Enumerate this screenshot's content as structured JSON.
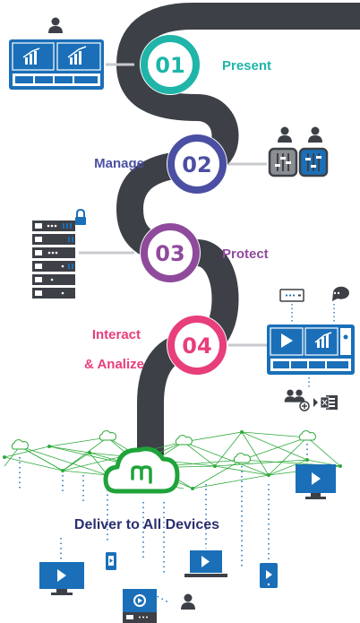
{
  "steps": [
    {
      "number": "01",
      "label": "Present",
      "color": "#1fb5a8"
    },
    {
      "number": "02",
      "label": "Manage",
      "color": "#4a4fa3"
    },
    {
      "number": "03",
      "label": "Protect",
      "color": "#8f4a9c"
    },
    {
      "number": "04",
      "label_line1": "Interact",
      "label_line2": "& Analize",
      "color": "#e83e7c"
    }
  ],
  "footer": {
    "label": "Deliver to All Devices",
    "color": "#2b2f6e"
  },
  "colors": {
    "road": "#3d4047",
    "device_blue": "#1a6fb8",
    "network_green": "#2eaa3c",
    "cloud_green": "#1fa33a"
  },
  "icons": {
    "present": [
      "user-icon",
      "dashboard-icon"
    ],
    "manage": [
      "user-icon",
      "sliders-icon"
    ],
    "protect": [
      "server-rack-icon",
      "lock-icon"
    ],
    "interact": [
      "chat-bubble-icon",
      "dashboard-icon",
      "users-add-icon",
      "excel-icon"
    ],
    "deliver": [
      "cloud-logo-icon",
      "monitor-icon",
      "tablet-icon",
      "phone-icon",
      "laptop-icon",
      "kiosk-icon"
    ]
  }
}
